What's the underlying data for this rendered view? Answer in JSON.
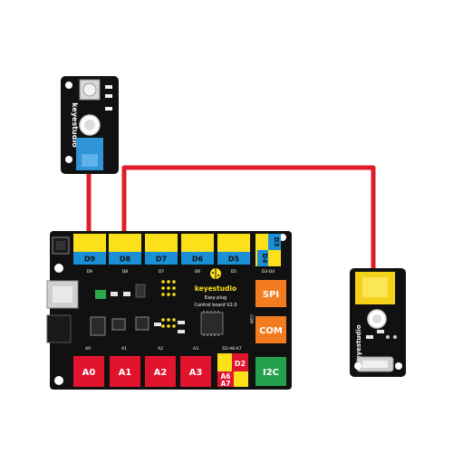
{
  "board": {
    "brand": "keyestudio",
    "subtitle1": "Easy-plug",
    "subtitle2": "Control board V2.0",
    "top_ports": [
      {
        "label": "D9",
        "silk": "D9"
      },
      {
        "label": "D8",
        "silk": "D8"
      },
      {
        "label": "D7",
        "silk": "D7"
      },
      {
        "label": "D6",
        "silk": "D6"
      },
      {
        "label": "D5",
        "silk": "D5"
      }
    ],
    "d3_label": "D3",
    "d4_label": "D4",
    "d3d4_silk": "D3-D4",
    "spi_label": "SPI",
    "com_label": "COM",
    "i2c_label": "I2C",
    "com_silk": "COM",
    "bottom_ports": [
      {
        "label": "A0",
        "silk": "A0"
      },
      {
        "label": "A1",
        "silk": "A1"
      },
      {
        "label": "A2",
        "silk": "A2"
      },
      {
        "label": "A3",
        "silk": "A3"
      }
    ],
    "mixed_silk": "D2-A6-A7",
    "d2_label": "D2",
    "a6_label": "A6",
    "a7_label": "A7"
  },
  "button_module": {
    "brand": "keyestudio"
  },
  "light_module": {
    "brand": "keyestudio"
  },
  "colors": {
    "board": "#111111",
    "wire": "#e01e2a",
    "port_yellow": "#fbe01a",
    "port_blue": "#1a8fd6",
    "port_red": "#e2142d",
    "port_orange": "#f47c20",
    "port_green": "#23a14a",
    "module_blue": "#2f95d8",
    "module_yellow": "#f5d21a"
  }
}
